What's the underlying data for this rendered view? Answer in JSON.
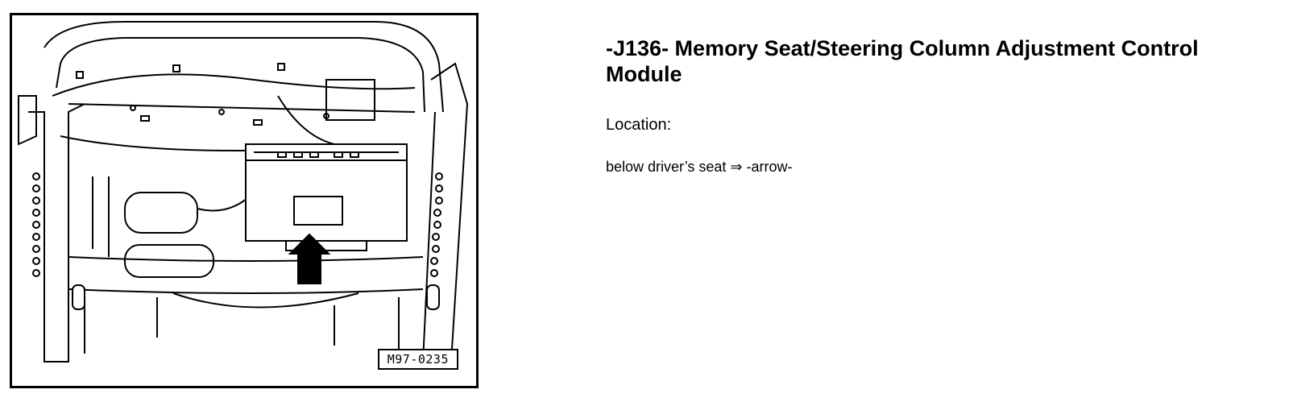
{
  "figure": {
    "id_label": "M97-0235",
    "icon": "seat-frame-illustration"
  },
  "content": {
    "heading": "-J136- Memory Seat/Steering Column Adjustment Control Module",
    "location_label": "Location:",
    "location_desc": "below driver’s seat ⇒ -arrow-"
  }
}
